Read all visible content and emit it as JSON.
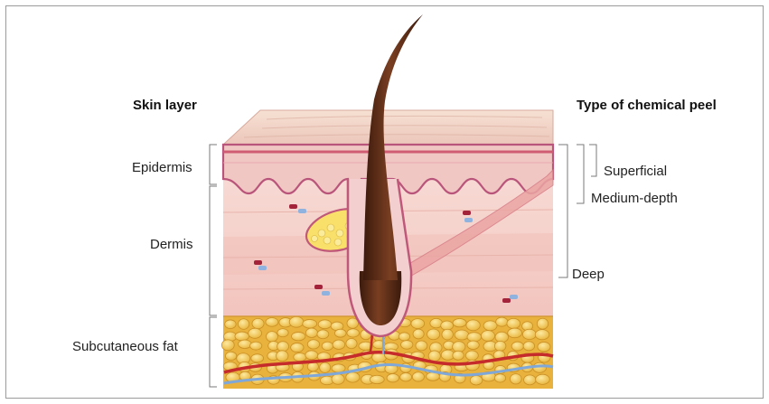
{
  "headings": {
    "skin_layer": "Skin layer",
    "peel_type": "Type of chemical peel"
  },
  "skin_layers": [
    "Epidermis",
    "Dermis",
    "Subcutaneous fat"
  ],
  "peel_types": [
    "Superficial",
    "Medium-depth",
    "Deep"
  ],
  "colors": {
    "epidermis": "#f2c9c9",
    "dermis": "#f7dcd8",
    "fat": "#f3c54a",
    "hair": "#5a2a17",
    "bracket": "#7a7a7a"
  }
}
